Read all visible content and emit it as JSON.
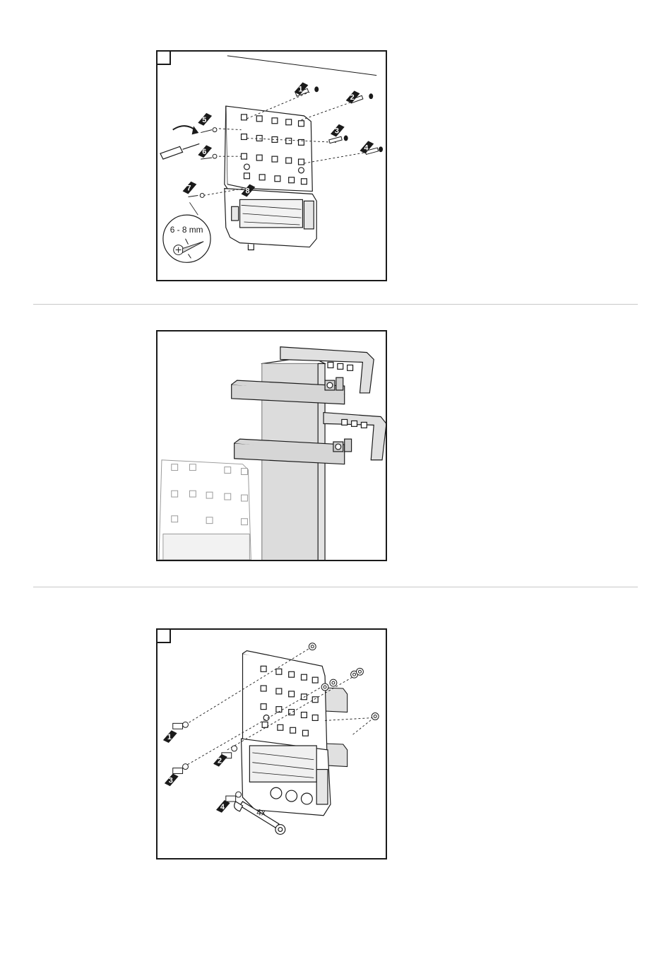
{
  "figure1": {
    "step_numbers": [
      "1",
      "2",
      "3",
      "4",
      "5",
      "6",
      "7",
      "8"
    ],
    "dimension_label": "6 - 8 mm"
  },
  "figure3": {
    "step_numbers": [
      "1",
      "2",
      "3",
      "4"
    ],
    "quantity_label": "4x"
  },
  "colors": {
    "line": "#1a1a1a",
    "divider": "#c8c8c8",
    "fill_gray": "#d9d9d9"
  }
}
